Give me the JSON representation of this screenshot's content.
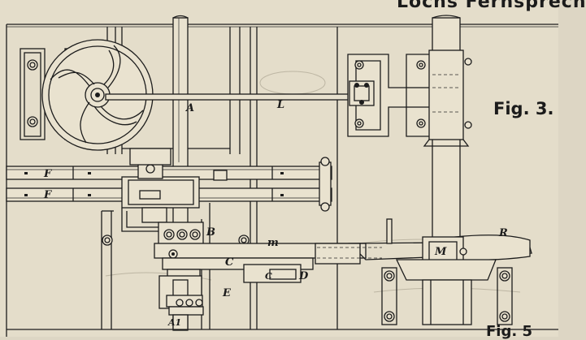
{
  "figure": {
    "heading_text": "Lochs Fernsprech",
    "fig_label": "Fig. 3.",
    "footer_label": "Fig. 5"
  },
  "part_labels": {
    "A": "A",
    "A1": "A1",
    "B": "B",
    "C1": "C",
    "C2": "C",
    "D": "D",
    "E": "E",
    "F1": "F",
    "F2": "F",
    "L": "L",
    "m": "m",
    "M": "M",
    "R": "R"
  },
  "colors": {
    "paper": "#e4ddca",
    "ink": "#1c1c1c"
  }
}
